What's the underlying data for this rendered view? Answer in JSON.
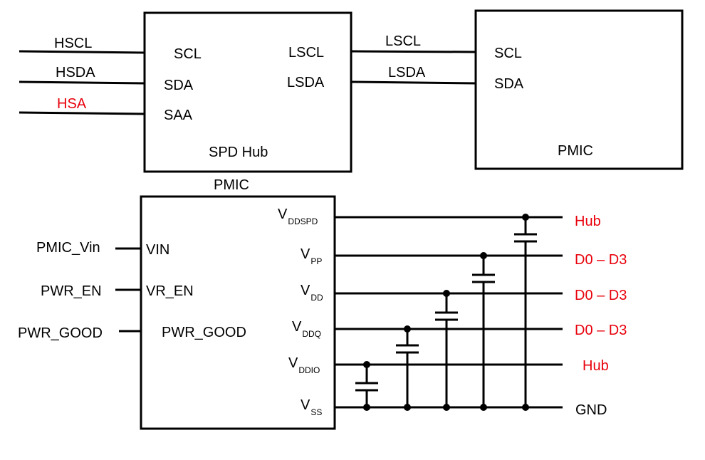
{
  "colors": {
    "line": "#000000",
    "highlight": "#e8000b"
  },
  "spd_hub": {
    "title": "SPD Hub",
    "left_pins": [
      "SCL",
      "SDA",
      "SAA"
    ],
    "right_pins": [
      "LSCL",
      "LSDA"
    ]
  },
  "host_signals": [
    "HSCL",
    "HSDA",
    "HSA"
  ],
  "local_bus_labels": [
    "LSCL",
    "LSDA"
  ],
  "pmic_top": {
    "title": "PMIC",
    "pins": [
      "SCL",
      "SDA"
    ]
  },
  "pmic_bottom": {
    "title": "PMIC",
    "input_pins": [
      "VIN",
      "VR_EN",
      "PWR_GOOD"
    ],
    "external_inputs": [
      "PMIC_Vin",
      "PWR_EN",
      "PWR_GOOD"
    ]
  },
  "rails": [
    {
      "main": "V",
      "sub": "DDSPD",
      "dest": "Hub"
    },
    {
      "main": "V",
      "sub": "PP",
      "dest": "D0 – D3"
    },
    {
      "main": "V",
      "sub": "DD",
      "dest": "D0 – D3"
    },
    {
      "main": "V",
      "sub": "DDQ",
      "dest": "D0 – D3"
    },
    {
      "main": "V",
      "sub": "DDIO",
      "dest": "Hub"
    },
    {
      "main": "V",
      "sub": "SS",
      "dest": "GND"
    }
  ]
}
